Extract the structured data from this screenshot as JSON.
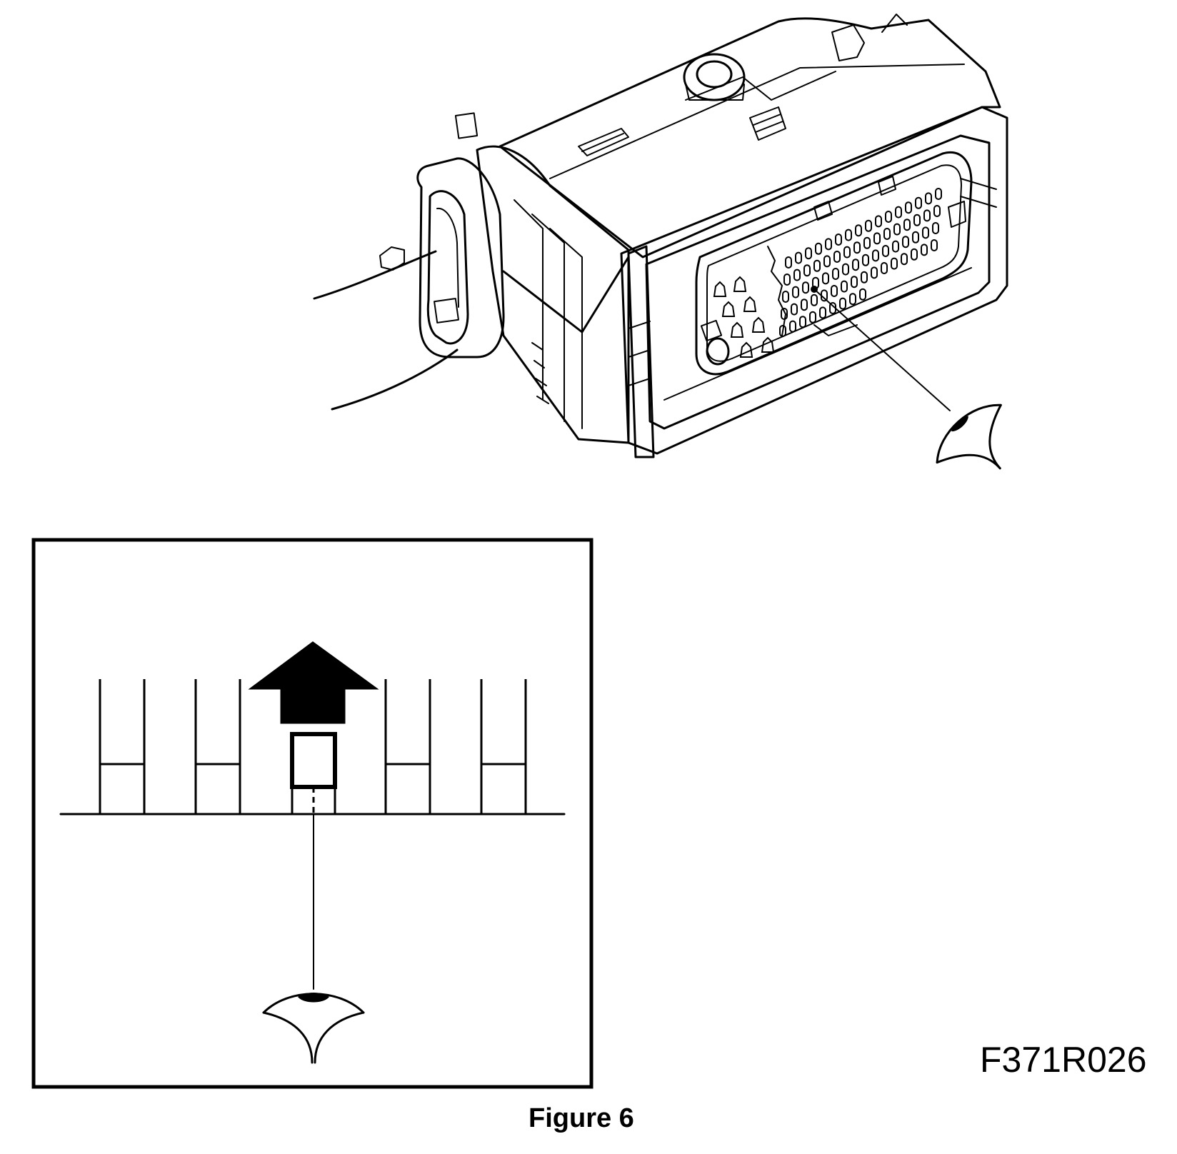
{
  "figure": {
    "code": "F371R026",
    "caption": "Figure 6"
  },
  "connector": {
    "pin_rows": 5,
    "pin_columns": 16
  }
}
